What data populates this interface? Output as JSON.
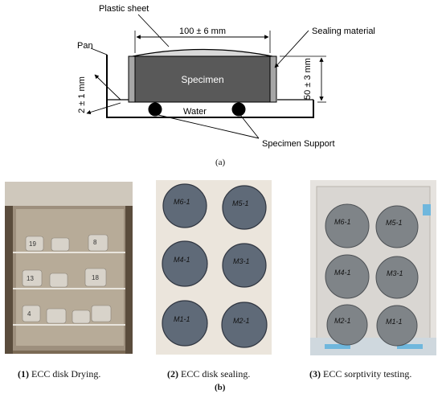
{
  "diagram": {
    "labels": {
      "plastic_sheet": "Plastic sheet",
      "width_dim": "100 ± 6 mm",
      "sealing_material": "Sealing material",
      "pan": "Pan",
      "specimen": "Specimen",
      "height_dim": "50 ± 3 mm",
      "water_depth_dim": "2 ± 1 mm",
      "water": "Water",
      "specimen_support": "Specimen Support"
    },
    "colors": {
      "specimen_fill": "#595959",
      "plastic_sheet_fill": "#d9d9d9",
      "sealing_fill": "#a6a6a6",
      "line": "#000000"
    }
  },
  "photos": {
    "drying": {
      "labels": [
        "19",
        "8",
        "13",
        "18",
        "4"
      ]
    },
    "sealing": {
      "labels": [
        "M6-1",
        "M5-1",
        "M4-1",
        "M3-1",
        "M1-1",
        "M2-1"
      ]
    },
    "sorptivity": {
      "labels": [
        "M6-1",
        "M5-1",
        "M4-1",
        "M3-1",
        "M2-1",
        "M1-1"
      ]
    }
  },
  "captions": {
    "a": "(a)",
    "b": "(b)",
    "p1_num": "(1)",
    "p1_text": " ECC disk Drying.",
    "p2_num": "(2)",
    "p2_text": " ECC disk sealing.",
    "p3_num": "(3)",
    "p3_text": " ECC sorptivity testing."
  }
}
